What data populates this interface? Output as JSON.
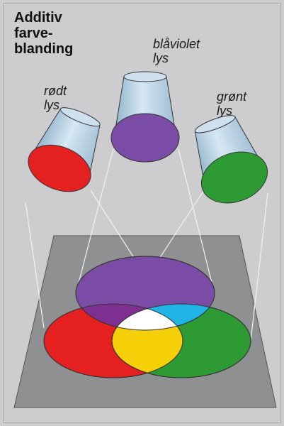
{
  "title_lines": [
    "Additiv",
    "farve-",
    "blanding"
  ],
  "labels": {
    "red": [
      "rødt",
      "lys"
    ],
    "violet": [
      "blåviolet",
      "lys"
    ],
    "green": [
      "grønt",
      "lys"
    ]
  },
  "colors": {
    "background": "#cdcdcf",
    "screen": "#8f9092",
    "red": "#e42020",
    "violet": "#7b4ca6",
    "green": "#2e9a33",
    "magenta": "#7e2f8f",
    "cyan": "#1fb3e6",
    "yellow": "#f5cf07",
    "white": "#ffffff",
    "lamp_body": "#b9d4e6"
  }
}
